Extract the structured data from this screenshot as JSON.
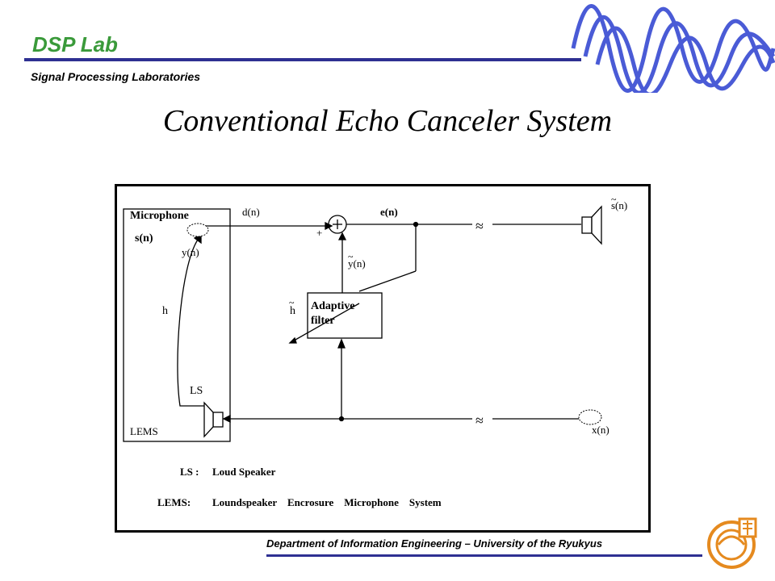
{
  "header": {
    "lab_title": "DSP Lab",
    "lab_subtitle": "Signal Processing Laboratories"
  },
  "slide": {
    "title": "Conventional Echo Canceler System"
  },
  "diagram": {
    "labels": {
      "microphone": "Microphone",
      "s_n": "s(n)",
      "d_n": "d(n)",
      "e_n": "e(n)",
      "s_tilde_n": "s(n)",
      "y_n": "y(n)",
      "y_tilde_n": "y(n)",
      "h": "h",
      "h_tilde": "h",
      "adaptive_1": "Adaptive",
      "adaptive_2": "filter",
      "ls": "LS",
      "lems": "LEMS",
      "x_n": "x(n)",
      "plus": "+",
      "break_marks": "≈"
    },
    "legend": [
      {
        "abbr": "LS :",
        "text": "Loud Speaker"
      },
      {
        "abbr": "LEMS:",
        "text": "Loundspeaker    Encrosure    Microphone    System"
      }
    ]
  },
  "footer": {
    "text": "Department of Information Engineering  – University of the Ryukyus"
  },
  "colors": {
    "lab_green": "#3a9a3a",
    "rule_blue": "#2e3092",
    "wave_blue": "#4a5bd6",
    "logo_orange": "#e58a1f"
  },
  "icons": {
    "wave": "sine-wave-decoration",
    "logo": "university-emblem"
  }
}
